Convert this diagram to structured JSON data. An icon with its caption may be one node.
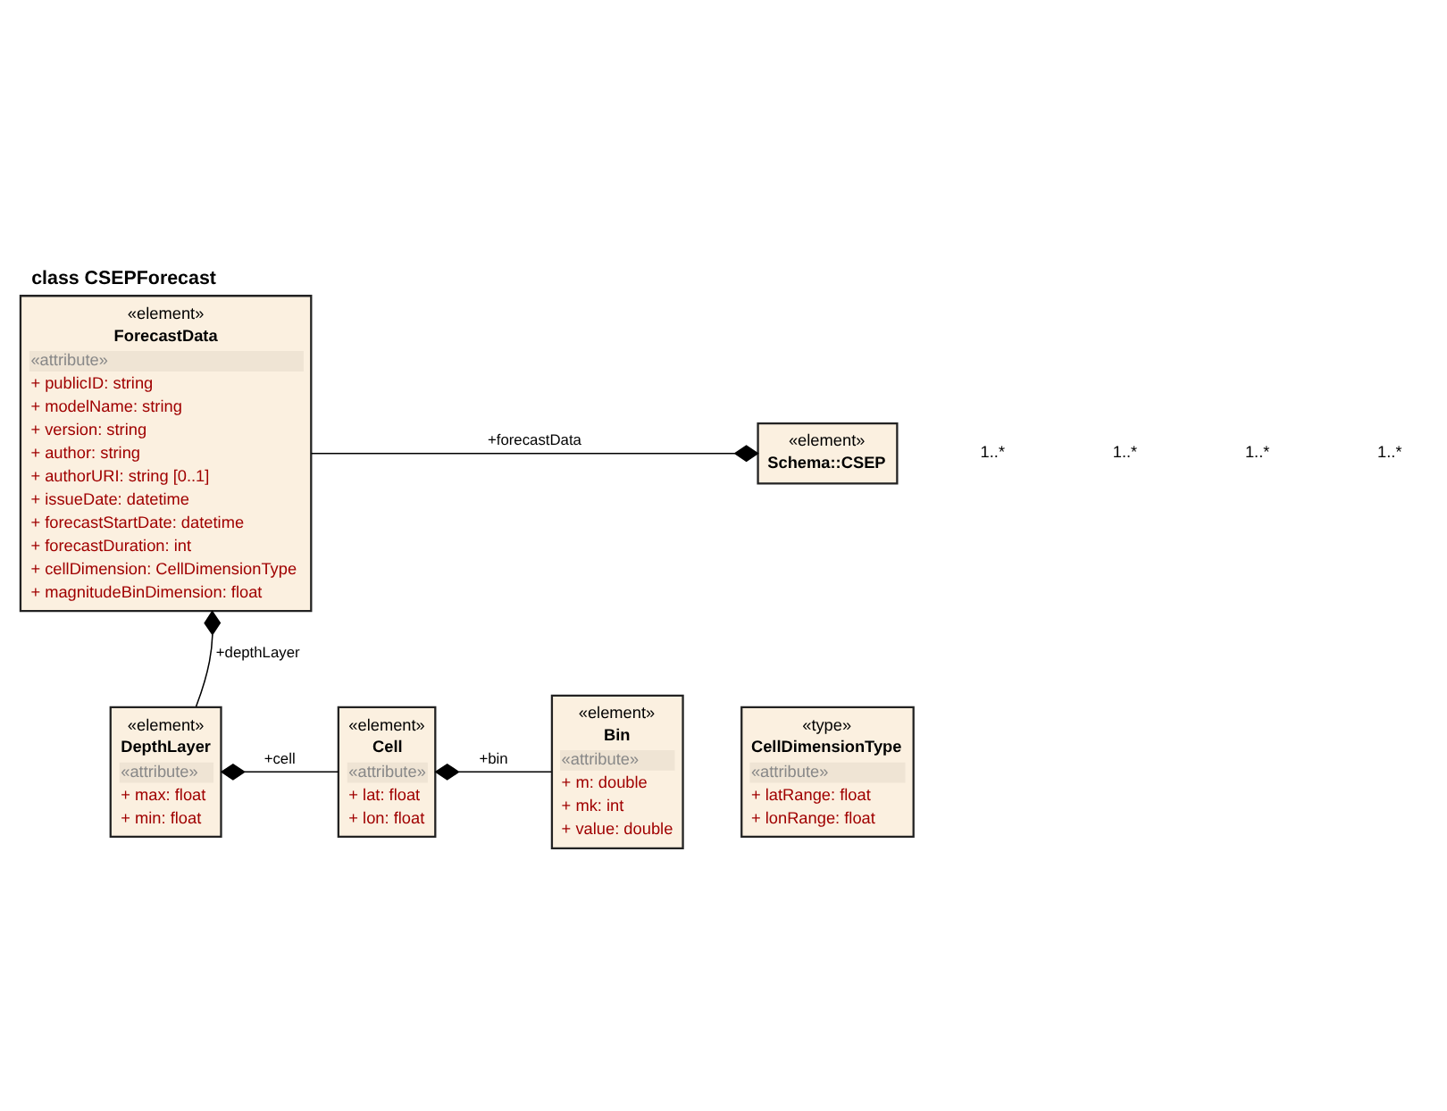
{
  "diagram": {
    "title": "class CSEPForecast",
    "nodes": [
      {
        "text": [
          "«element»",
          "ForecastData",
          "«attribute»",
          "+ publicID: string",
          "+ modelName: string",
          "+ version: string",
          "+ author: string",
          "+ authorURI: string [0..1]",
          "+ issueDate: datetime",
          "+ forecastStartDate: datetime",
          "+ forecastDuration: int",
          "+ cellDimension: CellDimensionType",
          "+ magnitudeBinDimension: float"
        ]
      },
      {
        "text": [
          "«element»",
          "Schema::CSEP"
        ]
      },
      {
        "text": [
          "«type»",
          "CellDimensionType",
          "«attribute»",
          "+ latRange: float",
          "+ lonRange: float"
        ]
      },
      {
        "text": [
          "«element»",
          "DepthLayer",
          "«attribute»",
          "+ max: float",
          "+ min: float"
        ]
      },
      {
        "text": [
          "«element»",
          "Cell",
          "«attribute»",
          "+ lat: float",
          "+ lon: float"
        ]
      },
      {
        "text": [
          "«element»",
          "Bin",
          "«attribute»",
          "+ m: double",
          "+ mk: int",
          "+ value: double"
        ]
      }
    ],
    "edges": [
      {
        "from": 0,
        "to": 1,
        "arrow": "other",
        "label": "+forecastData"
      },
      {
        "from": 3,
        "to": 0,
        "arrow": "other",
        "label": "+depthLayer"
      },
      {
        "from": 4,
        "to": 3,
        "arrow": "other",
        "label": "+cell"
      },
      {
        "from": 5,
        "to": 4,
        "arrow": "other",
        "label": "+bin"
      }
    ],
    "labels": [
      "1..*",
      "1..*",
      "1..*",
      "1..*"
    ]
  }
}
